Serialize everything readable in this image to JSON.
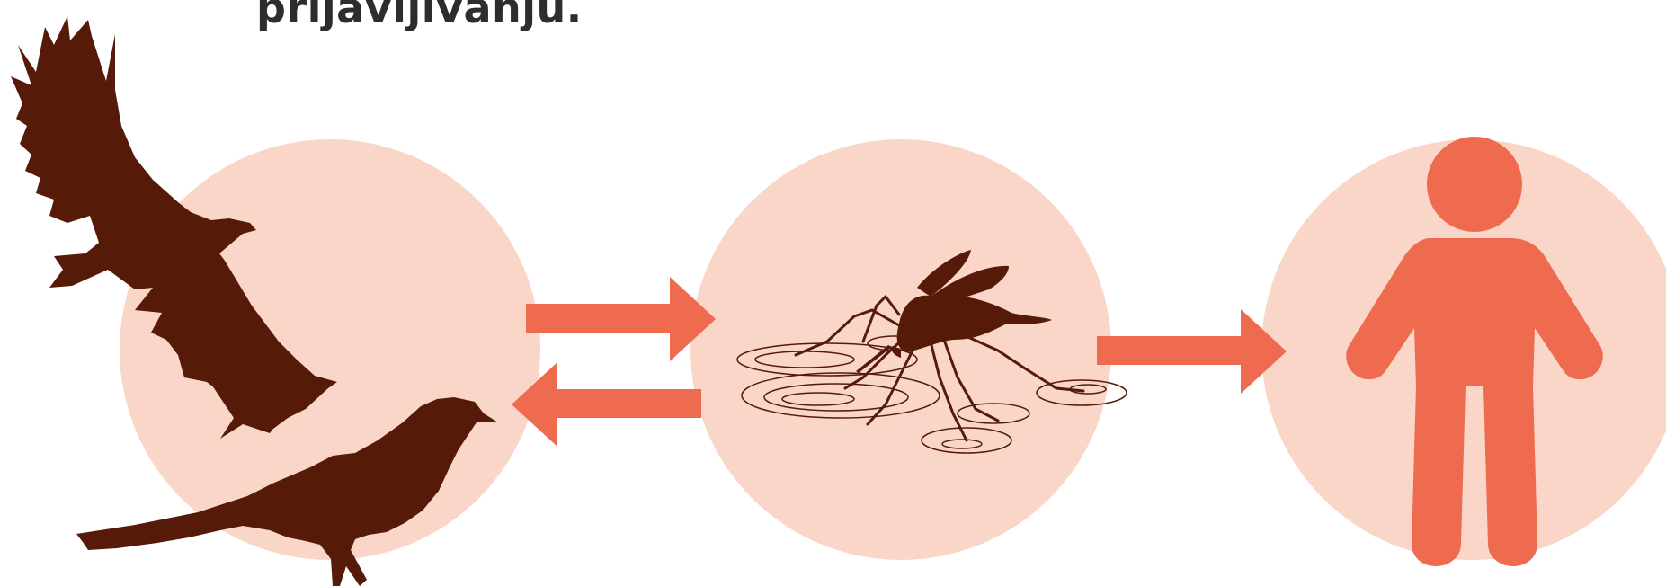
{
  "caption": "prijavljivanju.",
  "colors": {
    "circle_fill": "#f9d6c8",
    "arrow": "#ef6b4f",
    "silhouette": "#561a09",
    "human": "#ef6b4f",
    "text": "#2d2d2d"
  },
  "nodes": [
    {
      "id": "birds",
      "icon": "bird-silhouettes"
    },
    {
      "id": "mosquito",
      "icon": "mosquito-icon"
    },
    {
      "id": "human",
      "icon": "human-icon"
    }
  ],
  "edges": [
    {
      "from": "birds",
      "to": "mosquito"
    },
    {
      "from": "mosquito",
      "to": "birds"
    },
    {
      "from": "mosquito",
      "to": "human"
    }
  ]
}
